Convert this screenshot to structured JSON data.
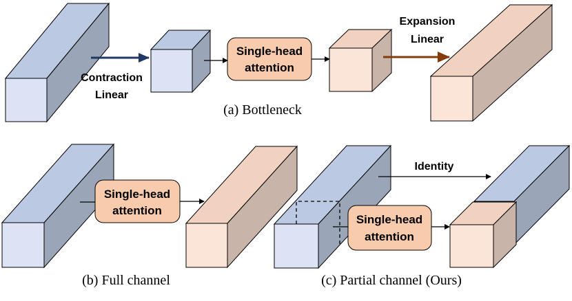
{
  "panel_a": {
    "contraction_line1": "Contraction",
    "contraction_line2": "Linear",
    "attention_line1": "Single-head",
    "attention_line2": "attention",
    "expansion_line1": "Expansion",
    "expansion_line2": "Linear",
    "caption": "(a) Bottleneck"
  },
  "panel_b": {
    "attention_line1": "Single-head",
    "attention_line2": "attention",
    "caption": "(b) Full channel"
  },
  "panel_c": {
    "identity_label": "Identity",
    "attention_line1": "Single-head",
    "attention_line2": "attention",
    "caption": "(c) Partial channel (Ours)"
  },
  "colors": {
    "blue_front": "#dbe3f4",
    "blue_top": "#bcc9e3",
    "blue_side": "#9ba5b8",
    "peach_front": "#fbe5d8",
    "peach_top": "#f1d1bf",
    "peach_side": "#c8b4a8",
    "attention_box": "#f8cbad",
    "contraction_arrow": "#1f3864",
    "expansion_arrow": "#843c0c"
  }
}
